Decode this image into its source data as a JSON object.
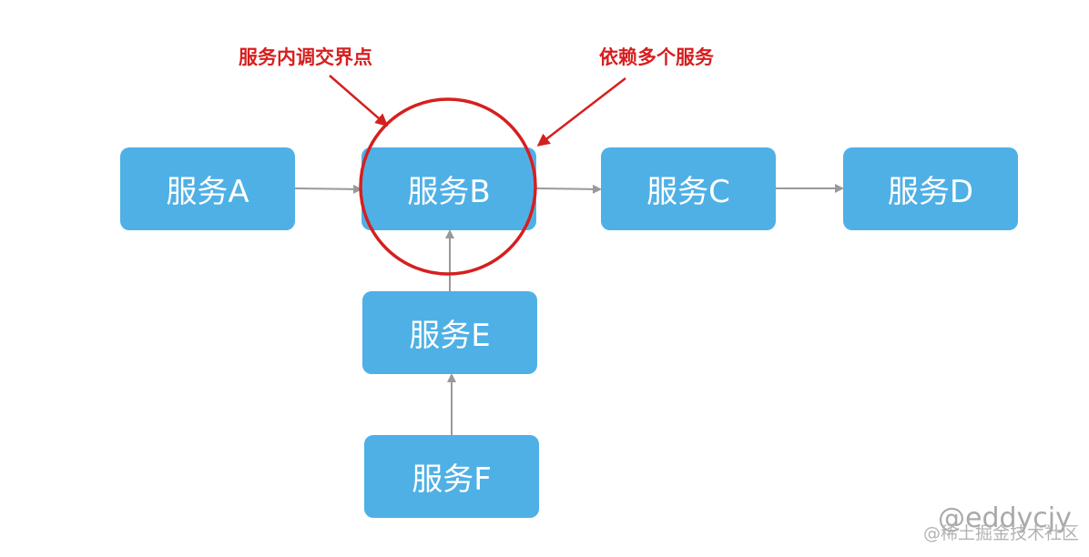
{
  "diagram": {
    "nodes": {
      "a": "服务A",
      "b": "服务B",
      "c": "服务C",
      "d": "服务D",
      "e": "服务E",
      "f": "服务F"
    },
    "edges": [
      {
        "from": "服务A",
        "to": "服务B"
      },
      {
        "from": "服务B",
        "to": "服务C"
      },
      {
        "from": "服务C",
        "to": "服务D"
      },
      {
        "from": "服务E",
        "to": "服务B"
      },
      {
        "from": "服务F",
        "to": "服务E"
      }
    ],
    "annotations": {
      "left": "服务内调交界点",
      "right": "依赖多个服务"
    },
    "highlight_target": "服务B"
  },
  "watermark": {
    "handle": "@eddycjy",
    "site": "@稀土掘金技术社区"
  },
  "colors": {
    "node_fill": "#4fb0e6",
    "node_text": "#ffffff",
    "edge": "#999999",
    "highlight": "#d61f1f"
  }
}
